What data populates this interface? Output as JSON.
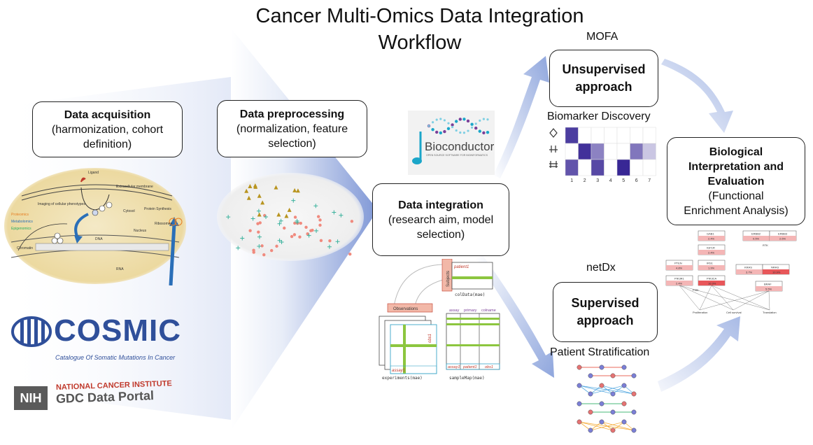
{
  "title": {
    "line1": "Cancer Multi-Omics Data Integration",
    "line2": "Workflow"
  },
  "steps": {
    "acquisition": {
      "heading": "Data acquisition",
      "line1": "(harmonization, cohort",
      "line2": "definition)"
    },
    "preprocessing": {
      "heading": "Data preprocessing",
      "line1": "(normalization, feature",
      "line2": "selection)"
    },
    "integration": {
      "heading": "Data integration",
      "line1": "(research aim, model",
      "line2": "selection)"
    },
    "unsupervised": {
      "line1": "Unsupervised",
      "line2": "approach"
    },
    "supervised": {
      "line1": "Supervised",
      "line2": "approach"
    },
    "interpretation": {
      "line1": "Biological",
      "line2": "Interpretation and",
      "line3": "Evaluation",
      "line4": "(Functional",
      "line5": "Enrichment Analysis)"
    }
  },
  "labels": {
    "mofa": "MOFA",
    "netdx": "netDx",
    "biomarker": "Biomarker Discovery",
    "stratification": "Patient Stratification"
  },
  "logos": {
    "bioconductor": "Bioconductor",
    "bioconductor_sub": "OPEN SOURCE SOFTWARE FOR BIOINFORMATICS",
    "cosmic": "COSMIC",
    "cosmic_sub": "Catalogue Of Somatic Mutations In Cancer",
    "nci_line1": "NATIONAL CANCER INSTITUTE",
    "nci_line2": "GDC Data Portal",
    "nih": "NIH"
  },
  "cell_diagram": {
    "ligand": "Ligand",
    "extracellular": "Extracellular membrane",
    "imaging": "Imaging of cellular phenotypes",
    "cytosol": "Cytosol",
    "protein_synthesis": "Protein Synthesis",
    "ribosomes": "Ribosomes",
    "nucleus": "Nucleus",
    "dna": "DNA",
    "rna": "RNA",
    "chromatin": "Chromatin",
    "proteomics": "Proteomics",
    "metabolomics": "Metabolomics",
    "epigenomics": "Epigenomics"
  },
  "mae": {
    "subjects": "Subjects",
    "patient1": "patient1",
    "coldata": "colData(mae)",
    "observations": "Observations",
    "assay": "assay",
    "primary": "primary",
    "colname": "colname",
    "assay1": "assay1",
    "obs1": "obs1",
    "experiments": "experiments(mae)",
    "samplemap": "sampleMap(mae)"
  },
  "heatmap": {
    "x_ticks": [
      "1",
      "2",
      "3",
      "4",
      "5",
      "6",
      "7"
    ],
    "rows": [
      [
        0.85,
        0.0,
        0.0,
        0.0,
        0.0,
        0.0,
        0.0
      ],
      [
        0.0,
        0.9,
        0.55,
        0.0,
        0.0,
        0.6,
        0.2
      ],
      [
        0.75,
        0.0,
        0.8,
        0.0,
        0.95,
        0.0,
        0.0
      ]
    ],
    "color": "#2d1b8f"
  },
  "pathway": {
    "nodes": [
      "GAB1",
      "IGF1R",
      "PTEN",
      "IRS1",
      "PIK3R1",
      "PIK3CA",
      "ERBB2",
      "ERBB3",
      "KRAS",
      "NRAS",
      "BRAF"
    ],
    "values": [
      "2.4%",
      "2.4%",
      "4.8%",
      "1.9%",
      "2.4%",
      "16.9%",
      "0.5%",
      "2.6%",
      "3.7%",
      "10.9%",
      "5.5%"
    ],
    "outcomes": [
      "Proliferation",
      "Cell survival",
      "Translation"
    ],
    "labels": [
      "PI3K",
      "RTK"
    ]
  },
  "colors": {
    "arrow": "#8fa6dd",
    "chevron": "#7f97d6",
    "cosmic": "#2f4f9a",
    "nci_red": "#c0392b",
    "bioc_blue": "#1ba6c9",
    "bioc_purple": "#7b3f98",
    "mae_green": "#8cc63f",
    "mae_teal": "#3aa6c9"
  }
}
